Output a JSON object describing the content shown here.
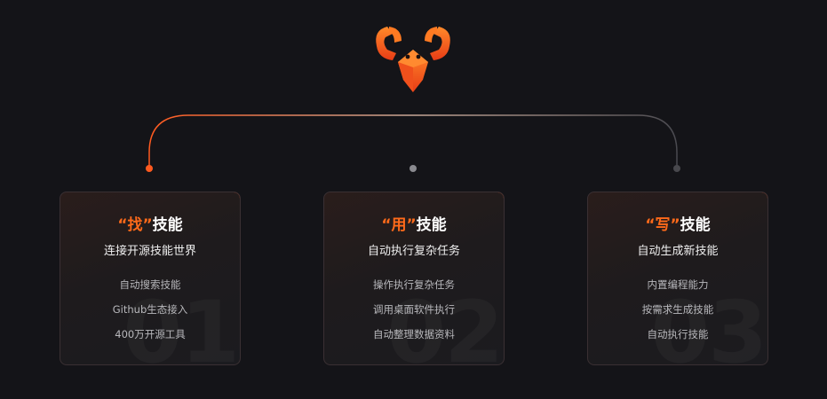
{
  "logo": {
    "icon": "lobster-icon",
    "colors": [
      "#ff6a1a",
      "#e8401a"
    ]
  },
  "accent_color": "#ff5a1f",
  "cards": [
    {
      "title_quoted": "“找”",
      "title_rest": "技能",
      "subtitle": "连接开源技能世界",
      "items": [
        "自动搜索技能",
        "Github生态接入",
        "400万开源工具"
      ],
      "bg_number": "01"
    },
    {
      "title_quoted": "“用”",
      "title_rest": "技能",
      "subtitle": "自动执行复杂任务",
      "items": [
        "操作执行复杂任务",
        "调用桌面软件执行",
        "自动整理数据资料"
      ],
      "bg_number": "02"
    },
    {
      "title_quoted": "“写”",
      "title_rest": "技能",
      "subtitle": "自动生成新技能",
      "items": [
        "内置编程能力",
        "按需求生成技能",
        "自动执行技能"
      ],
      "bg_number": "03"
    }
  ]
}
